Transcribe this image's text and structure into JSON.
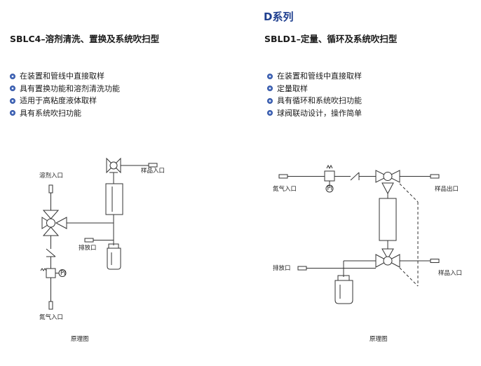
{
  "series_title": "D系列",
  "left": {
    "model": "SBLC4–溶剂清洗、置换及系统吹扫型",
    "features": [
      "在装置和管线中直接取样",
      "具有置换功能和溶剂清洗功能",
      "适用于高粘度液体取样",
      "具有系统吹扫功能"
    ],
    "diagram": {
      "solvent_inlet": "溶剂入口",
      "sample_inlet": "样品入口",
      "drain": "排放口",
      "nitrogen_inlet": "氮气入口",
      "pressure_gauge": "PI",
      "caption": "原理图"
    }
  },
  "right": {
    "model": "SBLD1–定量、循环及系统吹扫型",
    "features": [
      "在装置和管线中直接取样",
      "定量取样",
      "具有循环和系统吹扫功能",
      "球阀联动设计，操作简单"
    ],
    "diagram": {
      "nitrogen_inlet": "氮气入口",
      "sample_outlet": "样品出口",
      "drain": "排放口",
      "sample_inlet": "样品入口",
      "pressure_gauge": "PI",
      "caption": "原理图"
    }
  },
  "colors": {
    "accent": "#1f3f8f",
    "bullet": "#4a6fc0",
    "line": "#333333"
  }
}
